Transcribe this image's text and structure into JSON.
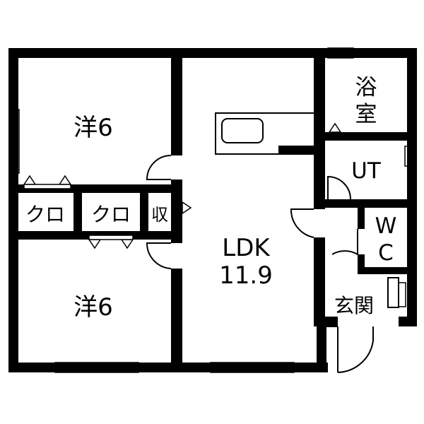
{
  "rooms": {
    "western_upper": "洋6",
    "western_lower": "洋6",
    "closet_left": "クロ",
    "closet_right": "クロ",
    "storage": "収",
    "ldk_name": "LDK",
    "ldk_size": "11.9",
    "bath_line1": "浴",
    "bath_line2": "室",
    "utility": "UT",
    "wc_line1": "W",
    "wc_line2": "C",
    "entrance": "玄関"
  },
  "colors": {
    "wall": "#000000",
    "background": "#ffffff"
  }
}
